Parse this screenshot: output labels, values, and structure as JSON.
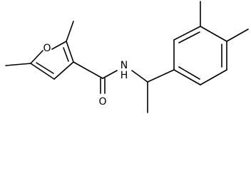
{
  "molecule": {
    "atom_labels": {
      "furan_oxygen": "O",
      "amide_nitrogen": "N",
      "amide_hydrogen": "H",
      "carbonyl_oxygen": "O"
    }
  }
}
